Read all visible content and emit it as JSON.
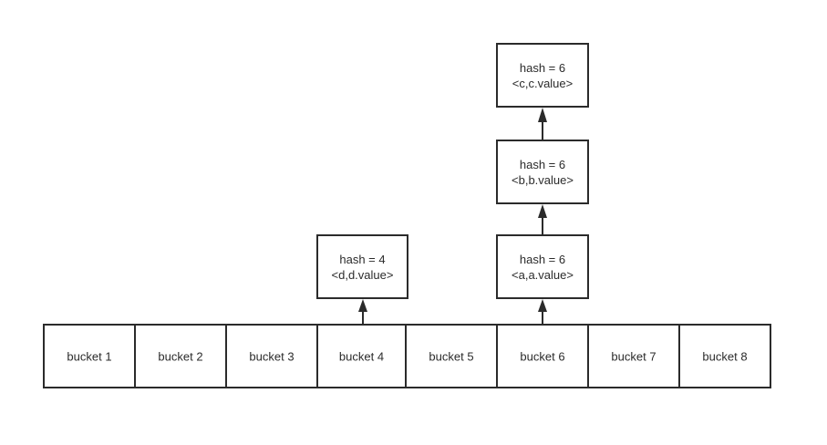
{
  "buckets": [
    {
      "label": "bucket 1"
    },
    {
      "label": "bucket 2"
    },
    {
      "label": "bucket 3"
    },
    {
      "label": "bucket 4"
    },
    {
      "label": "bucket 5"
    },
    {
      "label": "bucket 6"
    },
    {
      "label": "bucket 7"
    },
    {
      "label": "bucket 8"
    }
  ],
  "chains": [
    {
      "bucket": "bucket 4",
      "nodes": [
        {
          "hash": "hash = 4",
          "entry": "<d,d.value>"
        }
      ]
    },
    {
      "bucket": "bucket 6",
      "nodes": [
        {
          "hash": "hash = 6",
          "entry": "<a,a.value>"
        },
        {
          "hash": "hash = 6",
          "entry": "<b,b.value>"
        },
        {
          "hash": "hash = 6",
          "entry": "<c,c.value>"
        }
      ]
    }
  ]
}
